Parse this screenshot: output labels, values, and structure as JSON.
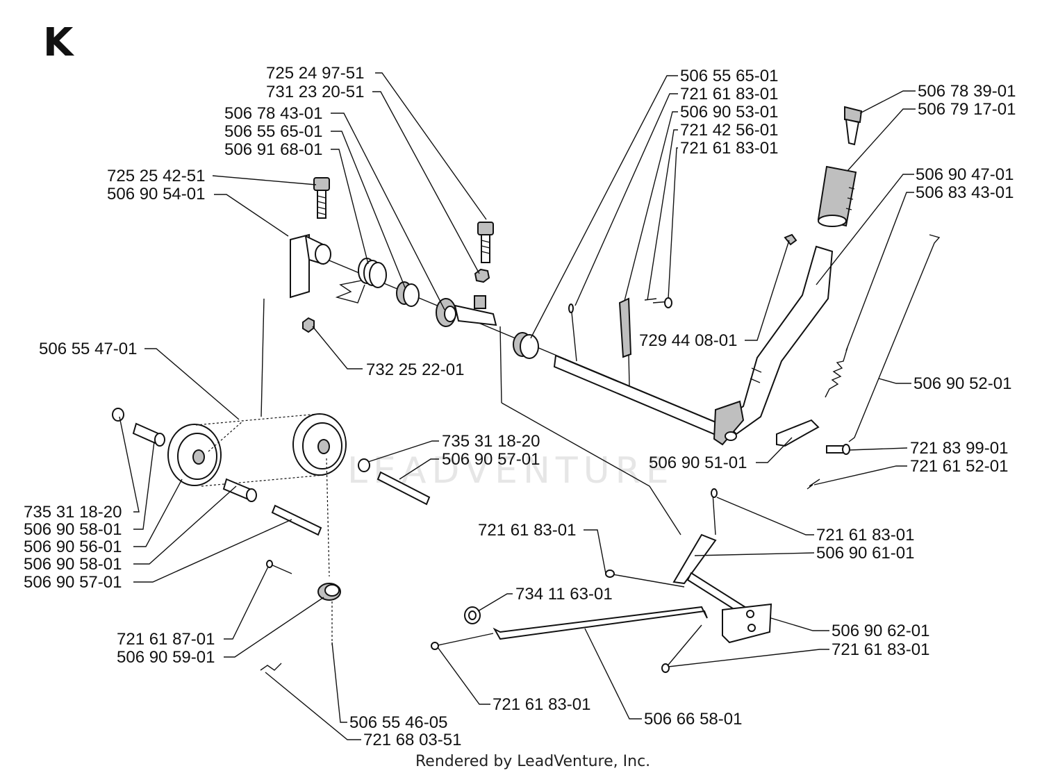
{
  "title": "K",
  "footer": "Rendered by LeadVenture, Inc.",
  "watermark": "LEADVENTURE",
  "labels": [
    {
      "id": "lbl-725-24-97-51-top",
      "text": "725 24 97-51"
    },
    {
      "id": "lbl-731-23-20-51",
      "text": "731 23 20-51"
    },
    {
      "id": "lbl-506-78-43-01",
      "text": "506 78 43-01"
    },
    {
      "id": "lbl-506-55-65-01-left",
      "text": "506 55 65-01"
    },
    {
      "id": "lbl-506-91-68-01",
      "text": "506 91 68-01"
    },
    {
      "id": "lbl-725-25-42-51",
      "text": "725 25 42-51"
    },
    {
      "id": "lbl-506-90-54-01",
      "text": "506 90 54-01"
    },
    {
      "id": "lbl-506-55-47-01",
      "text": "506 55 47-01"
    },
    {
      "id": "lbl-732-25-22-01",
      "text": "732 25 22-01"
    },
    {
      "id": "lbl-506-55-65-01-right",
      "text": "506 55 65-01"
    },
    {
      "id": "lbl-721-61-83-01-a",
      "text": "721 61 83-01"
    },
    {
      "id": "lbl-506-90-53-01",
      "text": "506 90 53-01"
    },
    {
      "id": "lbl-721-42-56-01",
      "text": "721 42 56-01"
    },
    {
      "id": "lbl-721-61-83-01-b",
      "text": "721 61 83-01"
    },
    {
      "id": "lbl-506-78-39-01",
      "text": "506 78 39-01"
    },
    {
      "id": "lbl-506-79-17-01",
      "text": "506 79 17-01"
    },
    {
      "id": "lbl-506-90-47-01",
      "text": "506 90 47-01"
    },
    {
      "id": "lbl-506-83-43-01",
      "text": "506 83 43-01"
    },
    {
      "id": "lbl-729-44-08-01",
      "text": "729 44 08-01"
    },
    {
      "id": "lbl-506-90-52-01",
      "text": "506 90 52-01"
    },
    {
      "id": "lbl-721-83-99-01",
      "text": "721 83 99-01"
    },
    {
      "id": "lbl-721-61-52-01",
      "text": "721 61 52-01"
    },
    {
      "id": "lbl-506-90-51-01",
      "text": "506 90 51-01"
    },
    {
      "id": "lbl-735-31-18-20-center",
      "text": "735 31 18-20"
    },
    {
      "id": "lbl-506-90-57-01-center",
      "text": "506 90 57-01"
    },
    {
      "id": "lbl-735-31-18-20-left",
      "text": "735 31 18-20"
    },
    {
      "id": "lbl-506-90-58-01-a",
      "text": "506 90 58-01"
    },
    {
      "id": "lbl-506-90-56-01",
      "text": "506 90 56-01"
    },
    {
      "id": "lbl-506-90-58-01-b",
      "text": "506 90 58-01"
    },
    {
      "id": "lbl-506-90-57-01-left",
      "text": "506 90 57-01"
    },
    {
      "id": "lbl-721-61-83-01-c",
      "text": "721 61 83-01"
    },
    {
      "id": "lbl-721-61-83-01-d",
      "text": "721 61 83-01"
    },
    {
      "id": "lbl-506-90-61-01",
      "text": "506 90 61-01"
    },
    {
      "id": "lbl-734-11-63-01",
      "text": "734 11 63-01"
    },
    {
      "id": "lbl-506-90-62-01",
      "text": "506 90 62-01"
    },
    {
      "id": "lbl-721-61-83-01-e",
      "text": "721 61 83-01"
    },
    {
      "id": "lbl-721-61-87-01",
      "text": "721 61 87-01"
    },
    {
      "id": "lbl-506-90-59-01",
      "text": "506 90 59-01"
    },
    {
      "id": "lbl-721-61-83-01-f",
      "text": "721 61 83-01"
    },
    {
      "id": "lbl-506-66-58-01",
      "text": "506 66 58-01"
    },
    {
      "id": "lbl-506-55-46-05",
      "text": "506 55 46-05"
    },
    {
      "id": "lbl-721-68-03-51",
      "text": "721 68 03-51"
    }
  ]
}
